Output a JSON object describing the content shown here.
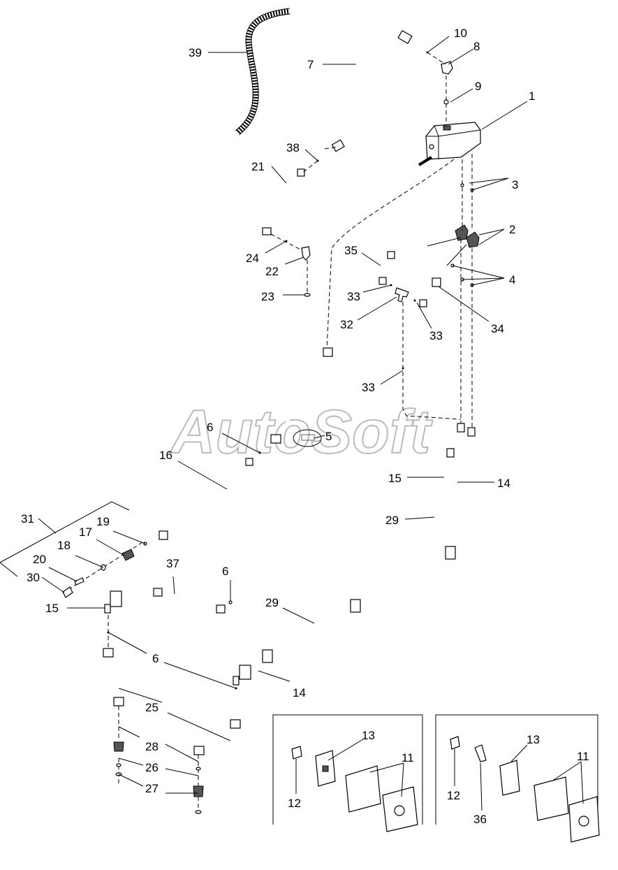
{
  "watermark": "AutoSoft",
  "labels": {
    "l1": "1",
    "l2": "2",
    "l3": "3",
    "l4": "4",
    "l5": "5",
    "l6a": "6",
    "l6b": "6",
    "l6c": "6",
    "l7": "7",
    "l8": "8",
    "l9": "9",
    "l10": "10",
    "l11a": "11",
    "l11b": "11",
    "l12a": "12",
    "l12b": "12",
    "l13a": "13",
    "l13b": "13",
    "l14a": "14",
    "l14b": "14",
    "l15a": "15",
    "l15b": "15",
    "l16": "16",
    "l17": "17",
    "l18": "18",
    "l19": "19",
    "l20": "20",
    "l21": "21",
    "l22": "22",
    "l23": "23",
    "l24": "24",
    "l25": "25",
    "l26": "26",
    "l27": "27",
    "l28": "28",
    "l29a": "29",
    "l29b": "29",
    "l30": "30",
    "l31": "31",
    "l32": "32",
    "l33a": "33",
    "l33b": "33",
    "l33c": "33",
    "l34": "34",
    "l35": "35",
    "l36": "36",
    "l37": "37",
    "l38": "38",
    "l39": "39"
  }
}
